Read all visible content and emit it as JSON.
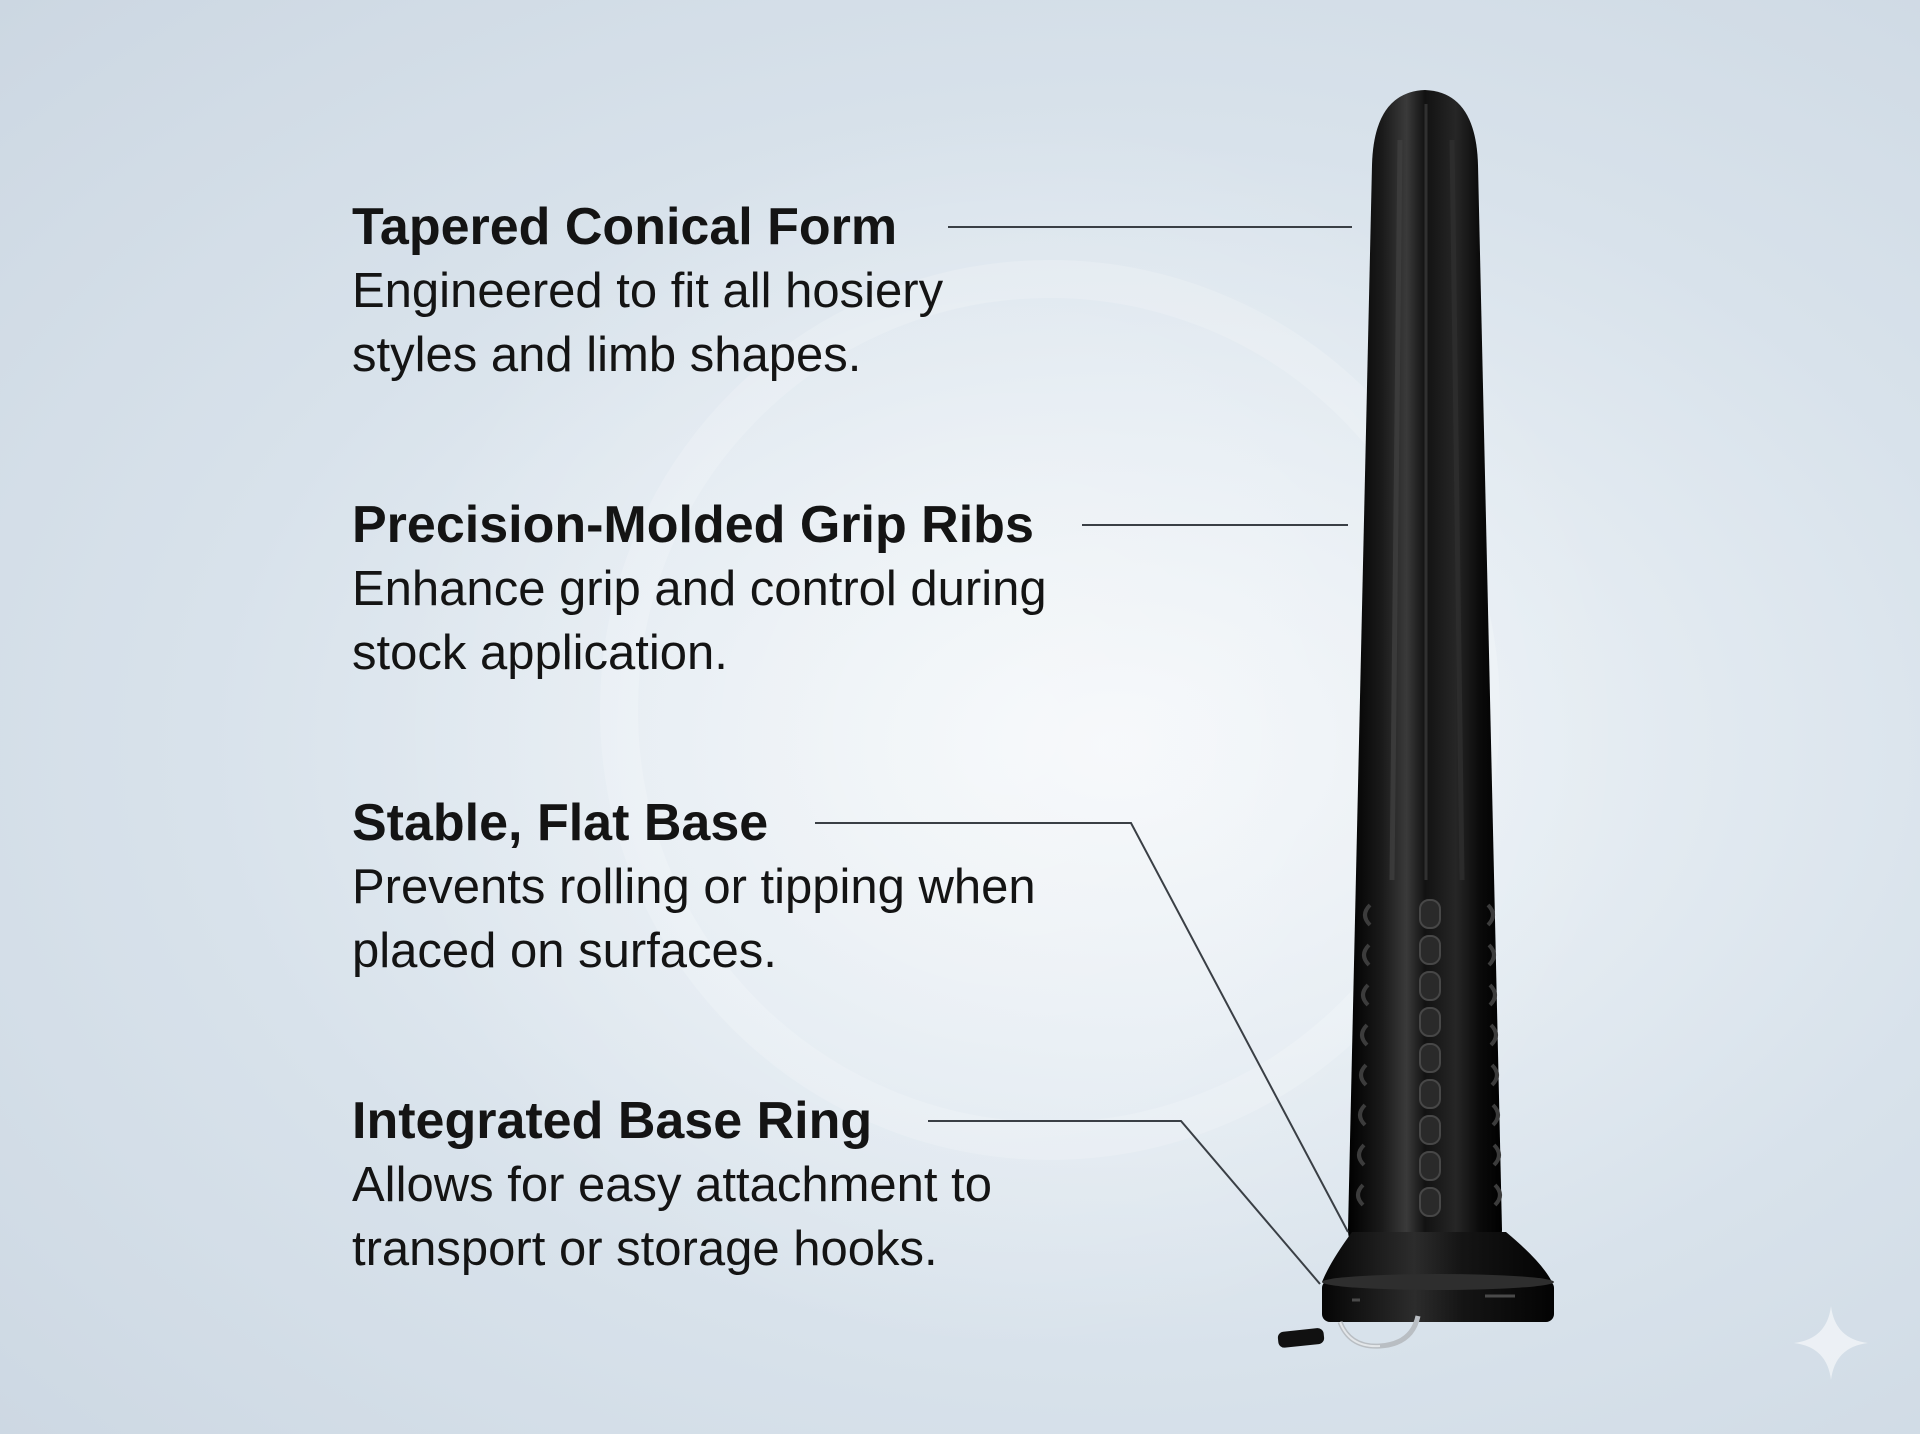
{
  "features": [
    {
      "title": "Tapered Conical Form",
      "description": "Engineered to fit all hosiery styles and limb shapes."
    },
    {
      "title": "Precision-Molded Grip Ribs",
      "description": "Enhance grip and control during stock application."
    },
    {
      "title": "Stable, Flat Base",
      "description": "Prevents rolling or tipping when placed on surfaces."
    },
    {
      "title": "Integrated Base Ring",
      "description": "Allows for easy attachment to transport or storage hooks."
    }
  ],
  "colors": {
    "text": "#141414",
    "callout_line": "#3a3f45",
    "product_body": "#0c0c0c",
    "background": "#dde5ec"
  },
  "icons": {
    "corner_mark": "sparkle-icon"
  }
}
